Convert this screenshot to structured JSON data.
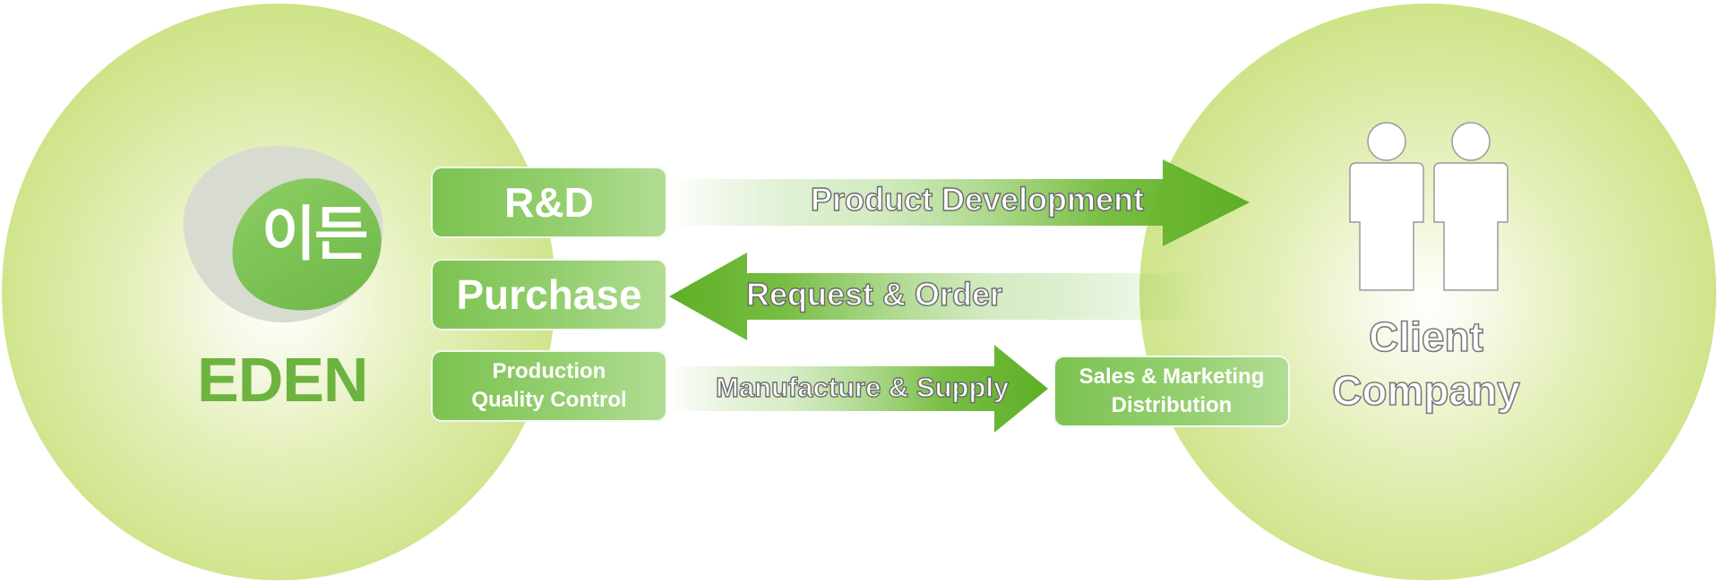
{
  "logo": {
    "korean_text": "이든",
    "name": "EDEN"
  },
  "functions": {
    "rnd": "R&D",
    "purchase": "Purchase",
    "production_line1": "Production",
    "production_line2": "Quality Control"
  },
  "flows": {
    "product_development": "Product Development",
    "request_order": "Request & Order",
    "manufacture_supply": "Manufacture & Supply"
  },
  "sales": {
    "line1": "Sales & Marketing",
    "line2": "Distribution"
  },
  "client": {
    "line1": "Client",
    "line2": "Company",
    "icon": "people-icon"
  },
  "colors": {
    "primary_green": "#6db33f",
    "light_green": "#c0dc6c",
    "arrow_green": "#6ab72f"
  }
}
